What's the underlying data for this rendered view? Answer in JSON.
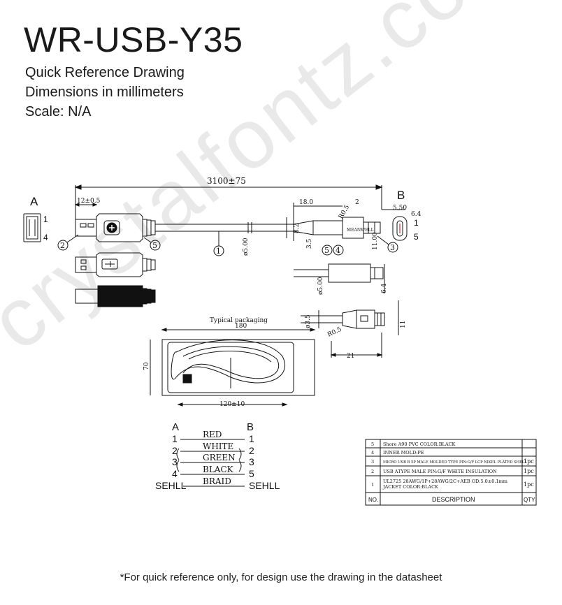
{
  "header": {
    "part_number": "WR-USB-Y35",
    "subtitle": "Quick Reference Drawing",
    "units": "Dimensions in millimeters",
    "scale": "Scale: N/A"
  },
  "watermark": "crystalfontz.com",
  "drawing": {
    "view_a": "A",
    "view_b": "B",
    "usb_a_pins": [
      "1",
      "4"
    ],
    "micro_pins": [
      "1",
      "5"
    ],
    "dims": {
      "length": "3100±75",
      "a_head": "12±0.5",
      "b_mold": "18.0",
      "b_tip": "2",
      "r_top": "R0.5",
      "b_w1": "5.50",
      "b_w2": "6.4",
      "b_h1": "8.2",
      "b_h2": "3.5",
      "b_h3": "11.00",
      "cable_dia": "ø5.00",
      "cable_dia2": "ø5.00",
      "tip_h": "6.4",
      "lower_dia": "ø3.5",
      "lower_r": "R0.5",
      "lower_h": "11",
      "lower_len": "21"
    },
    "balloons": [
      "1",
      "2",
      "3",
      "4",
      "5"
    ],
    "mold_text": "MEANWELL"
  },
  "packaging": {
    "title": "Typical packaging",
    "width": "180",
    "height": "70",
    "coil": "120±10"
  },
  "wiring": {
    "end_a": "A",
    "end_b": "B",
    "rows": [
      {
        "a": "1",
        "color": "RED",
        "b": "1"
      },
      {
        "a": "2",
        "color": "WHITE",
        "b": "2"
      },
      {
        "a": "3",
        "color": "GREEN",
        "b": "3"
      },
      {
        "a": "4",
        "color": "BLACK",
        "b": "5"
      },
      {
        "a": "SEHLL",
        "color": "BRAID",
        "b": "SEHLL"
      }
    ]
  },
  "bom": {
    "rows": [
      {
        "no": "5",
        "desc": "Shore A90 PVC  COLOR:BLACK",
        "qty": ""
      },
      {
        "no": "4",
        "desc": "INNER MOLD:PE",
        "qty": ""
      },
      {
        "no": "3",
        "desc": "MICRO USB B 5P MALE MOLDED TYPE PIN:G/F LCP NIKEL PLATED SHELL",
        "qty": "1pc"
      },
      {
        "no": "2",
        "desc": "USB ATYPE MALE PIN:G/F WHITE INSULATION",
        "qty": "1pc"
      },
      {
        "no": "1",
        "desc": "UL2725 28AWG/1P+28AWG/2C+AEB OD:5.0±0.1mm",
        "desc2": "JACKET COLOR:BLACK",
        "qty": "1pc"
      }
    ],
    "header": {
      "no": "NO.",
      "desc": "DESCRIPTION",
      "qty": "QTY"
    }
  },
  "footer": "*For quick reference only, for design use the drawing in the datasheet"
}
